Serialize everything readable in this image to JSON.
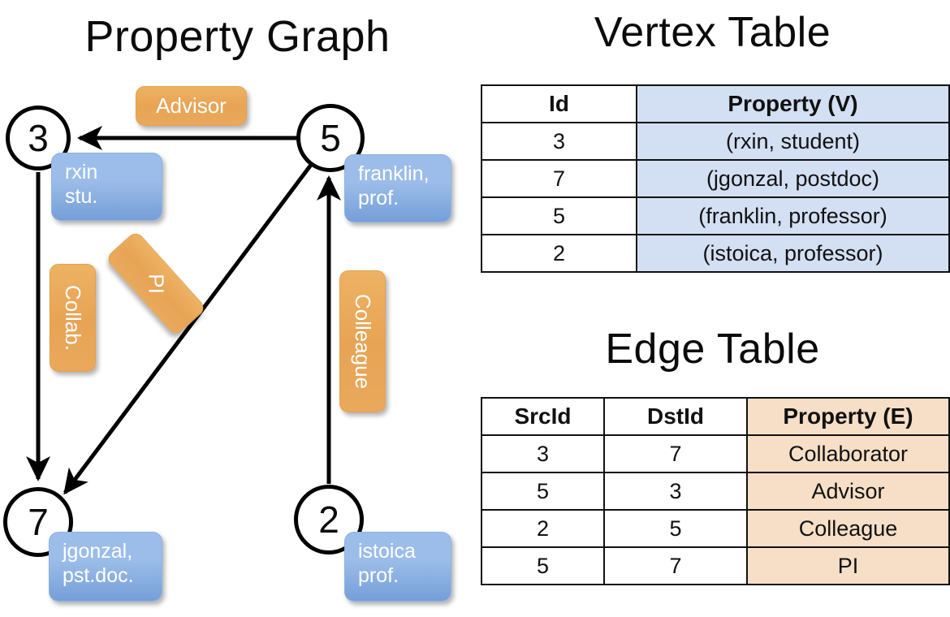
{
  "titles": {
    "property_graph": "Property Graph",
    "vertex_table": "Vertex Table",
    "edge_table": "Edge Table"
  },
  "graph": {
    "nodes": [
      {
        "id": "3",
        "prop_line1": "rxin",
        "prop_line2": "stu."
      },
      {
        "id": "5",
        "prop_line1": "franklin,",
        "prop_line2": "prof."
      },
      {
        "id": "7",
        "prop_line1": "jgonzal,",
        "prop_line2": "pst.doc."
      },
      {
        "id": "2",
        "prop_line1": "istoica",
        "prop_line2": "prof."
      }
    ],
    "edge_labels": [
      {
        "text": "Advisor"
      },
      {
        "text": "Collab."
      },
      {
        "text": "PI"
      },
      {
        "text": "Colleague"
      }
    ]
  },
  "vertex_table": {
    "headers": [
      "Id",
      "Property (V)"
    ],
    "rows": [
      {
        "id": "3",
        "property": "(rxin, student)"
      },
      {
        "id": "7",
        "property": "(jgonzal, postdoc)"
      },
      {
        "id": "5",
        "property": "(franklin, professor)"
      },
      {
        "id": "2",
        "property": "(istoica, professor)"
      }
    ]
  },
  "edge_table": {
    "headers": [
      "SrcId",
      "DstId",
      "Property (E)"
    ],
    "rows": [
      {
        "src": "3",
        "dst": "7",
        "property": "Collaborator"
      },
      {
        "src": "5",
        "dst": "3",
        "property": "Advisor"
      },
      {
        "src": "2",
        "dst": "5",
        "property": "Colleague"
      },
      {
        "src": "5",
        "dst": "7",
        "property": "PI"
      }
    ]
  },
  "colors": {
    "vertex_property_fill": "#d3dff2",
    "edge_property_fill": "#f6dfc6",
    "node_box_blue": "#9cbde9",
    "edge_label_orange": "#e8a455",
    "stroke": "#000000"
  }
}
